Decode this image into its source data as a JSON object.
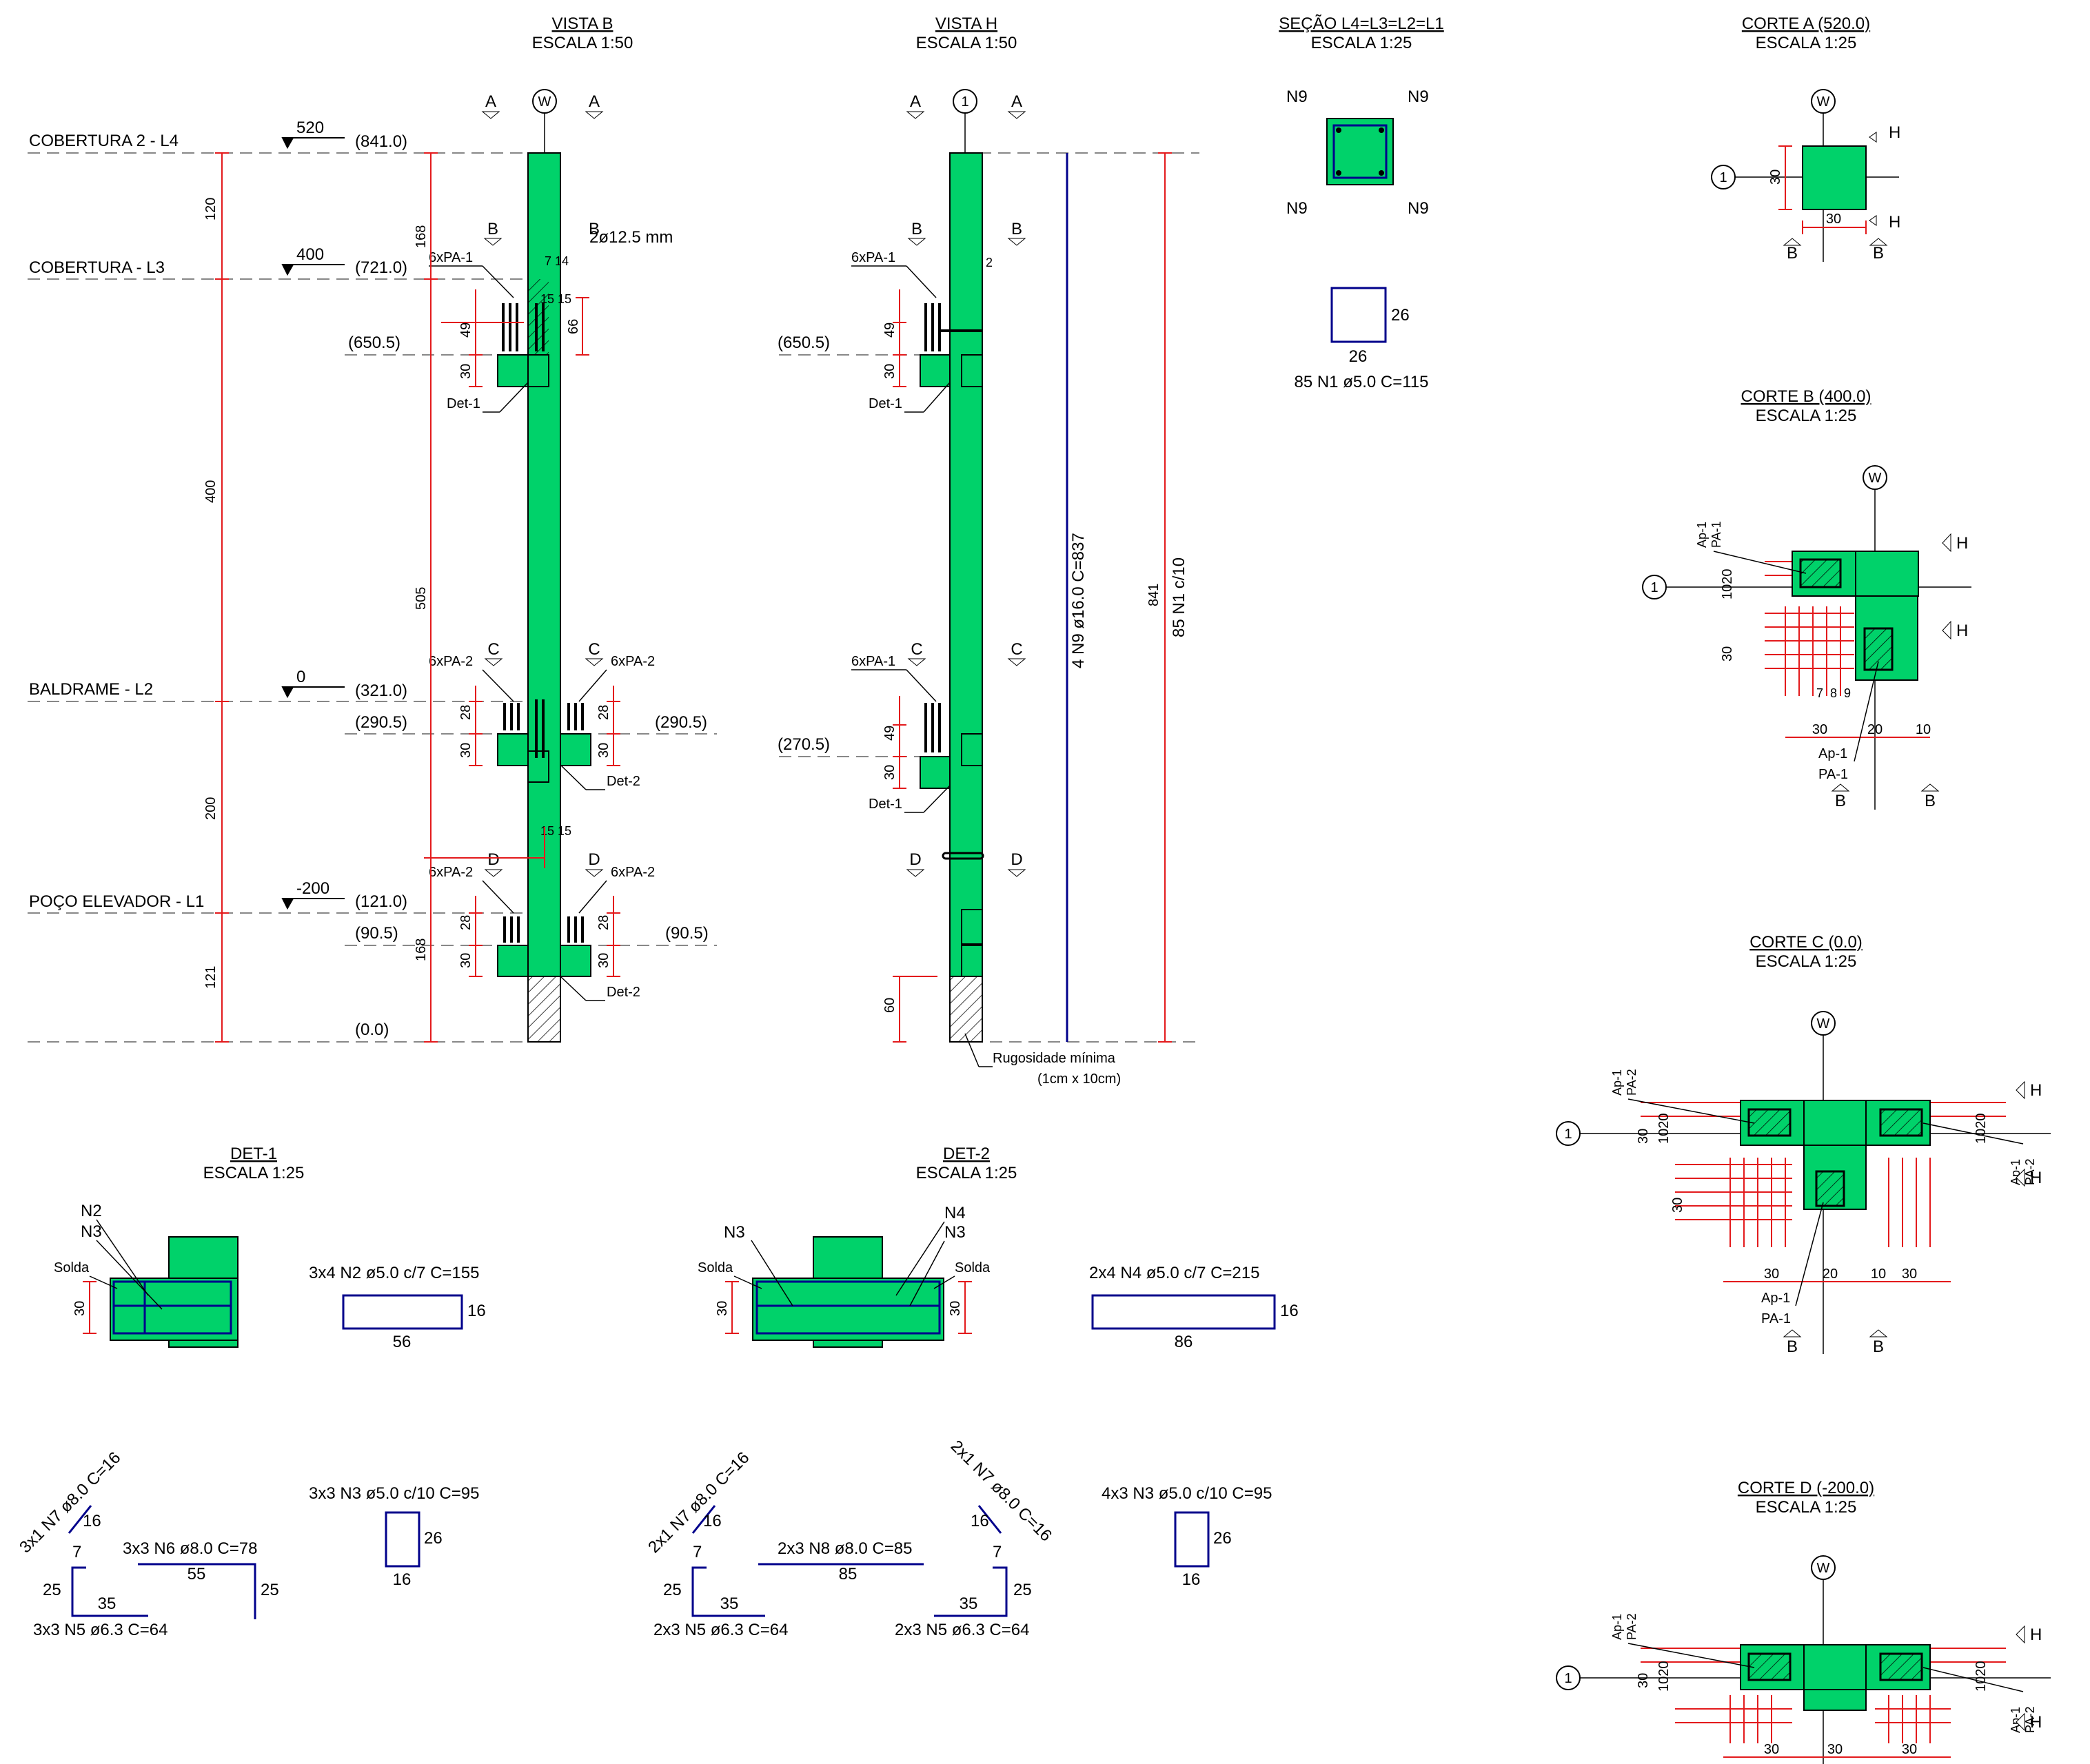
{
  "colors": {
    "concrete": "#00d26a",
    "rebar": "#00008b",
    "dimension": "#e31a1c",
    "line": "#000000",
    "hatch": "#000000",
    "blue_line": "#00008b"
  },
  "titles": {
    "vista_b": "VISTA B",
    "vista_b_scale": "ESCALA 1:50",
    "vista_h": "VISTA H",
    "vista_h_scale": "ESCALA 1:50",
    "secao": "SEÇÃO L4=L3=L2=L1",
    "secao_scale": "ESCALA 1:25",
    "corte_a": "CORTE A (520.0)",
    "corte_a_scale": "ESCALA 1:25",
    "corte_b": "CORTE B (400.0)",
    "corte_b_scale": "ESCALA 1:25",
    "corte_c": "CORTE C (0.0)",
    "corte_c_scale": "ESCALA 1:25",
    "corte_d": "CORTE D (-200.0)",
    "corte_d_scale": "ESCALA 1:25",
    "det1": "DET-1",
    "det1_scale": "ESCALA 1:25",
    "det2": "DET-2",
    "det2_scale": "ESCALA 1:25"
  },
  "levels": {
    "l4": "COBERTURA 2 - L4",
    "l4_val": "520",
    "l4_el": "(841.0)",
    "l3": "COBERTURA - L3",
    "l3_val": "400",
    "l3_el": "(721.0)",
    "l2": "BALDRAME - L2",
    "l2_val": "0",
    "l2_el": "(321.0)",
    "l1": "POÇO ELEVADOR - L1",
    "l1_val": "-200",
    "l1_el": "(121.0)",
    "base": "(0.0)"
  },
  "vista_b": {
    "sec_a": "A",
    "axis_w": "W",
    "sec_b": "B",
    "sec_c": "C",
    "sec_d": "D",
    "bar_label": "2ø12.5 mm",
    "pa1": "6xPA-1",
    "pa2": "6xPA-2",
    "det1": "Det-1",
    "det2": "Det-2",
    "el_650": "(650.5)",
    "el_290": "(290.5)",
    "el_90": "(90.5)",
    "d120": "120",
    "d400": "400",
    "d200": "200",
    "d121": "121",
    "d168": "168",
    "d505": "505",
    "d49": "49",
    "d30": "30",
    "d28": "28",
    "d66": "66",
    "d714": "7 14",
    "d1515": "15 15"
  },
  "vista_h": {
    "sec_a": "A",
    "axis_1": "1",
    "sec_b": "B",
    "sec_c": "C",
    "sec_d": "D",
    "pa1": "6xPA-1",
    "det1": "Det-1",
    "el_650": "(650.5)",
    "el_270": "(270.5)",
    "d49": "49",
    "d30": "30",
    "d60": "60",
    "d2": "2",
    "rebar_long": "4 N9 ø16.0 C=837",
    "stirrups": "85 N1 c/10",
    "d841": "841",
    "rug": "Rugosidade mínima",
    "rug2": "(1cm x 10cm)"
  },
  "secao": {
    "n9": "N9",
    "d26": "26",
    "stirrup": "85 N1 ø5.0 C=115"
  },
  "cortes": {
    "axis_w": "W",
    "axis_1": "1",
    "h": "H",
    "b": "B",
    "d30": "30",
    "d20": "20",
    "d10": "10",
    "d1020": "1020",
    "ap1": "Ap-1",
    "pa1": "PA-1",
    "pa2": "PA-2",
    "d7": "7",
    "d8": "8",
    "d9": "9"
  },
  "det1": {
    "n2": "N2",
    "n3": "N3",
    "solda": "Solda",
    "d30": "30",
    "n2_label": "3x4 N2 ø5.0 c/7 C=155",
    "n2_w": "56",
    "n2_h": "16",
    "n3_label": "3x3 N3 ø5.0 c/10 C=95",
    "n3_w": "16",
    "n3_h": "26",
    "n7_label": "3x1 N7 ø8.0 C=16",
    "n7_d": "16",
    "n6_label": "3x3 N6 ø8.0 C=78",
    "n6_d": "55",
    "n5_label": "3x3 N5 ø6.3 C=64",
    "n5_w": "35",
    "n5_h": "25",
    "n5_t": "7",
    "n6_h": "25"
  },
  "det2": {
    "n3": "N3",
    "n4": "N4",
    "solda": "Solda",
    "d30": "30",
    "n4_label": "2x4 N4 ø5.0 c/7 C=215",
    "n4_w": "86",
    "n4_h": "16",
    "n3_label": "4x3 N3 ø5.0 c/10 C=95",
    "n3_w": "16",
    "n3_h": "26",
    "n7_label": "2x1 N7 ø8.0 C=16",
    "n7_d": "16",
    "n8_label": "2x3 N8 ø8.0 C=85",
    "n8_d": "85",
    "n5_label": "2x3 N5 ø6.3 C=64",
    "n5_w": "35",
    "n5_h": "25",
    "n5_t": "7"
  }
}
